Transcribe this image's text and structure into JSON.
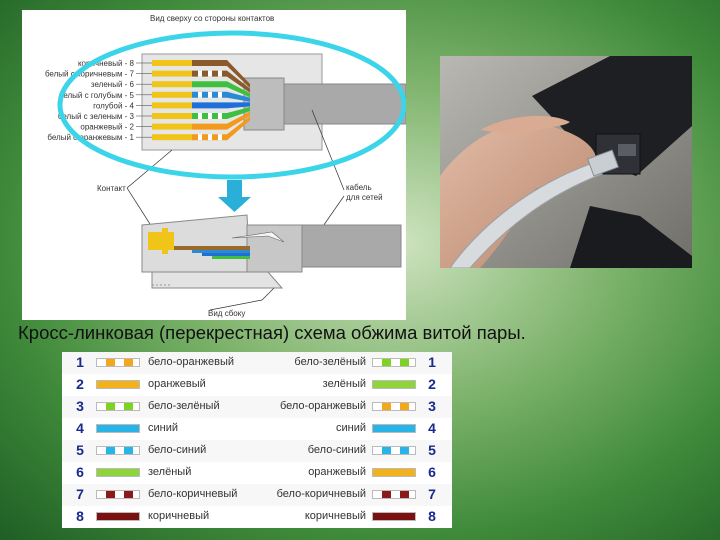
{
  "diagram": {
    "top_title": "Вид сверху со стороны контактов",
    "pin_labels": [
      "коричневый - 8",
      "белый с коричневым - 7",
      "зеленый - 6",
      "белый с голубым - 5",
      "голубой - 4",
      "белый с зеленым - 3",
      "оранжевый - 2",
      "белый с оранжевым - 1"
    ],
    "contact_label": "Контакт",
    "cable_label_line1": "кабель",
    "cable_label_line2": "для сетей",
    "side_view_label": "Вид сбоку",
    "colors": {
      "ellipse": "#3bd4e8",
      "arrow": "#2ab0d8",
      "plug_fill": "#cfcfcf",
      "cable_fill": "#a9a9a9"
    }
  },
  "caption": "Кросс-линковая (перекрестная) схема обжима витой пары.",
  "table": {
    "rows": [
      {
        "num": "1",
        "left_name": "бело-оранжевый",
        "left_color": "#f2a81d",
        "left_striped": true,
        "right_name": "бело-зелёный",
        "right_color": "#7ed321",
        "right_striped": true,
        "right_num": "1"
      },
      {
        "num": "2",
        "left_name": "оранжевый",
        "left_color": "#f2b21d",
        "left_striped": false,
        "right_name": "зелёный",
        "right_color": "#8fd43a",
        "right_striped": false,
        "right_num": "2"
      },
      {
        "num": "3",
        "left_name": "бело-зелёный",
        "left_color": "#7ed321",
        "left_striped": true,
        "right_name": "бело-оранжевый",
        "right_color": "#f2a81d",
        "right_striped": true,
        "right_num": "3"
      },
      {
        "num": "4",
        "left_name": "синий",
        "left_color": "#28b4e6",
        "left_striped": false,
        "right_name": "синий",
        "right_color": "#28b4e6",
        "right_striped": false,
        "right_num": "4"
      },
      {
        "num": "5",
        "left_name": "бело-синий",
        "left_color": "#28b4e6",
        "left_striped": true,
        "right_name": "бело-синий",
        "right_color": "#28b4e6",
        "right_striped": true,
        "right_num": "5"
      },
      {
        "num": "6",
        "left_name": "зелёный",
        "left_color": "#8fd43a",
        "left_striped": false,
        "right_name": "оранжевый",
        "right_color": "#f2b21d",
        "right_striped": false,
        "right_num": "6"
      },
      {
        "num": "7",
        "left_name": "бело-коричневый",
        "left_color": "#8b1a1a",
        "left_striped": true,
        "right_name": "бело-коричневый",
        "right_color": "#8b1a1a",
        "right_striped": true,
        "right_num": "7"
      },
      {
        "num": "8",
        "left_name": "коричневый",
        "left_color": "#7a1010",
        "left_striped": false,
        "right_name": "коричневый",
        "right_color": "#7a1010",
        "right_striped": false,
        "right_num": "8"
      }
    ]
  }
}
